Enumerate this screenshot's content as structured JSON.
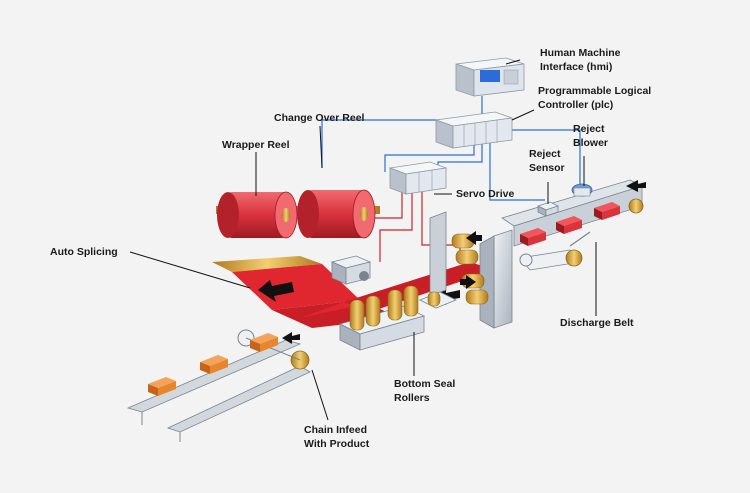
{
  "labels": {
    "hmi_line1": "Human Machine",
    "hmi_line2": "Interface (hmi)",
    "plc_line1": "Programmable Logical",
    "plc_line2": "Controller (plc)",
    "change_over_reel": "Change Over Reel",
    "wrapper_reel": "Wrapper Reel",
    "reject_sensor_line1": "Reject",
    "reject_sensor_line2": "Sensor",
    "reject_blower_line1": "Reject",
    "reject_blower_line2": "Blower",
    "servo_drive": "Servo Drive",
    "auto_splicing": "Auto Splicing",
    "discharge_belt": "Discharge Belt",
    "bottom_seal_line1": "Bottom Seal",
    "bottom_seal_line2": "Rollers",
    "chain_infeed_line1": "Chain Infeed",
    "chain_infeed_line2": "With Product"
  },
  "colors": {
    "film_red": "#e0262e",
    "reel_red": "#d9333c",
    "roller_gold": "#e0b04a",
    "product_orange": "#e8862e",
    "wire_blue": "#2a6fd6",
    "wire_red": "#d2232a",
    "machine_grey": "#c9d0d8"
  }
}
